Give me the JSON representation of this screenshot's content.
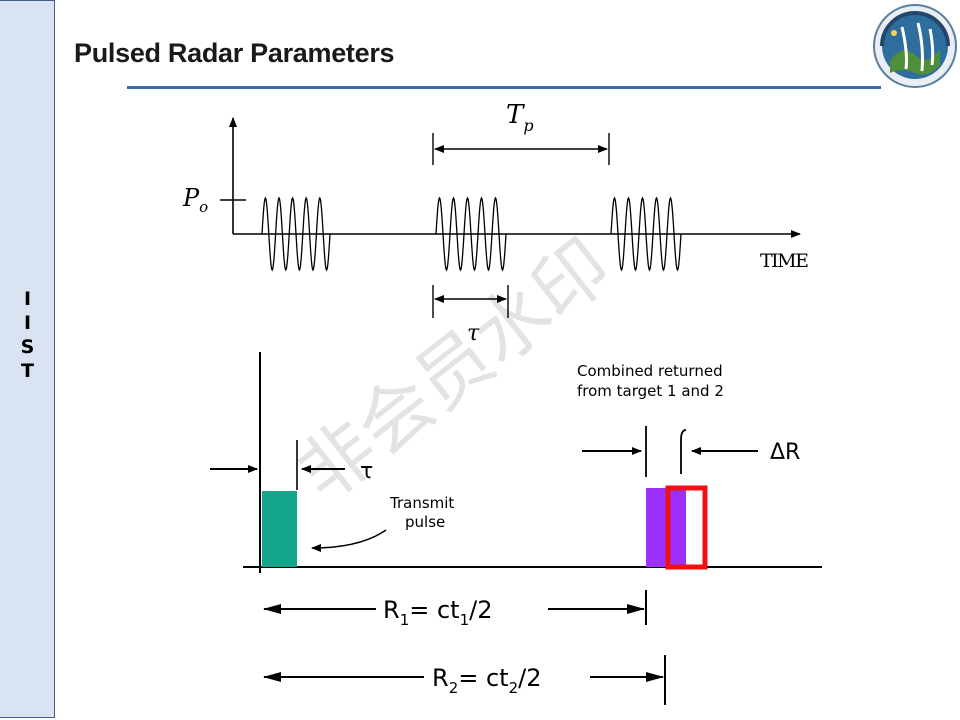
{
  "slide": {
    "title": "Pulsed Radar Parameters",
    "sidebar_letters": [
      "I",
      "I",
      "S",
      "T"
    ],
    "watermark": "非会员水印"
  },
  "pulse_train": {
    "amplitude_label": "P",
    "amplitude_subscript": "o",
    "period_label": "T",
    "period_subscript": "p",
    "width_label": "τ",
    "axis_label": "TIME"
  },
  "range_diagram": {
    "tau_label": "τ",
    "transmit_label_line1": "Transmit",
    "transmit_label_line2": "pulse",
    "combined_label_line1": "Combined returned",
    "combined_label_line2": "from target 1 and 2",
    "delta_r_label": "ΔR",
    "r1": {
      "lhs": "R",
      "lhs_sub": "1",
      "rhs": "= ct",
      "rhs_sub": "1",
      "tail": "/2"
    },
    "r2": {
      "lhs": "R",
      "lhs_sub": "2",
      "rhs": "= ct",
      "rhs_sub": "2",
      "tail": "/2"
    },
    "colors": {
      "transmit_pulse": "#14a58a",
      "return_1": "#9b30ff",
      "return_2_outline": "#ee1111",
      "axis": "#000000"
    }
  }
}
